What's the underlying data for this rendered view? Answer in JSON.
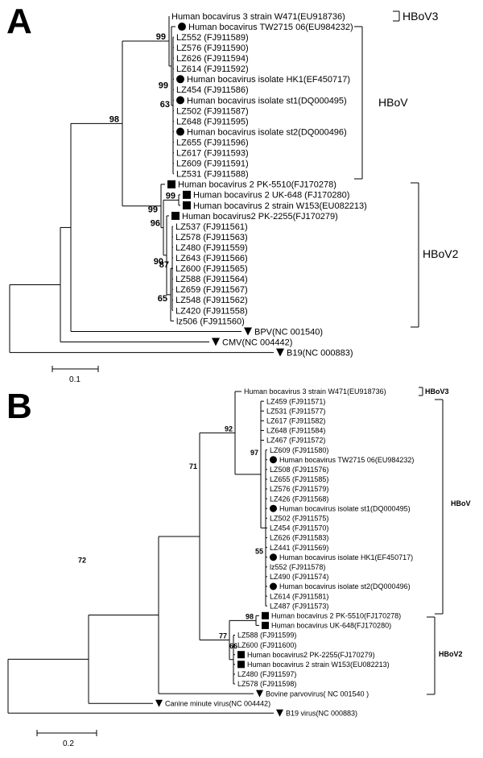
{
  "panel_a": {
    "letter": "A",
    "taxa": [
      {
        "label": "Human bocavirus 3 strain W471(EU918736)",
        "marker": ""
      },
      {
        "label": "Human bocavirus TW2715 06(EU984232)",
        "marker": "circle"
      },
      {
        "label": "LZ552 (FJ911589)",
        "marker": ""
      },
      {
        "label": "LZ576 (FJ911590)",
        "marker": ""
      },
      {
        "label": "LZ626 (FJ911594)",
        "marker": ""
      },
      {
        "label": "LZ614 (FJ911592)",
        "marker": ""
      },
      {
        "label": "Human bocavirus isolate HK1(EF450717)",
        "marker": "circle"
      },
      {
        "label": "LZ454 (FJ911586)",
        "marker": ""
      },
      {
        "label": "Human bocavirus isolate st1(DQ000495)",
        "marker": "circle"
      },
      {
        "label": "LZ502 (FJ911587)",
        "marker": ""
      },
      {
        "label": "LZ648 (FJ911595)",
        "marker": ""
      },
      {
        "label": "Human bocavirus isolate st2(DQ000496)",
        "marker": "circle"
      },
      {
        "label": "LZ655 (FJ911596)",
        "marker": ""
      },
      {
        "label": "LZ617 (FJ911593)",
        "marker": ""
      },
      {
        "label": "LZ609 (FJ911591)",
        "marker": ""
      },
      {
        "label": "LZ531 (FJ911588)",
        "marker": ""
      },
      {
        "label": "Human bocavirus 2 PK-5510(FJ170278)",
        "marker": "square"
      },
      {
        "label": "Human bocavirus 2 UK-648 (FJ170280)",
        "marker": "square"
      },
      {
        "label": "Human bocavirus 2 strain W153(EU082213)",
        "marker": "square"
      },
      {
        "label": "Human bocavirus2 PK-2255(FJ170279)",
        "marker": "square"
      },
      {
        "label": "LZ537 (FJ911561)",
        "marker": ""
      },
      {
        "label": "LZ578 (FJ911563)",
        "marker": ""
      },
      {
        "label": "LZ480 (FJ911559)",
        "marker": ""
      },
      {
        "label": "LZ643 (FJ911566)",
        "marker": ""
      },
      {
        "label": "LZ600 (FJ911565)",
        "marker": ""
      },
      {
        "label": "LZ588 (FJ911564)",
        "marker": ""
      },
      {
        "label": "LZ659 (FJ911567)",
        "marker": ""
      },
      {
        "label": "LZ548 (FJ911562)",
        "marker": ""
      },
      {
        "label": "LZ420 (FJ911558)",
        "marker": ""
      },
      {
        "label": "lz506 (FJ911560)",
        "marker": ""
      },
      {
        "label": "BPV(NC 001540)",
        "marker": "triangle"
      },
      {
        "label": "CMV(NC 004442)",
        "marker": "triangle"
      },
      {
        "label": "B19(NC 000883)",
        "marker": "triangle"
      }
    ],
    "bootstrap": [
      "99",
      "99",
      "63",
      "98",
      "99",
      "99",
      "96",
      "90",
      "87",
      "65"
    ],
    "groups": [
      "HBoV3",
      "HBoV",
      "HBoV2"
    ],
    "scale_label": "0.1"
  },
  "panel_b": {
    "letter": "B",
    "taxa": [
      {
        "label": "Human bocavirus 3 strain W471(EU918736)",
        "marker": ""
      },
      {
        "label": "LZ459 (FJ911571)",
        "marker": ""
      },
      {
        "label": "LZ531 (FJ911577)",
        "marker": ""
      },
      {
        "label": "LZ617 (FJ911582)",
        "marker": ""
      },
      {
        "label": "LZ648 (FJ911584)",
        "marker": ""
      },
      {
        "label": "LZ467 (FJ911572)",
        "marker": ""
      },
      {
        "label": "LZ609 (FJ911580)",
        "marker": ""
      },
      {
        "label": "Human bocavirus TW2715 06(EU984232)",
        "marker": "circle"
      },
      {
        "label": "LZ508 (FJ911576)",
        "marker": ""
      },
      {
        "label": "LZ655 (FJ911585)",
        "marker": ""
      },
      {
        "label": "LZ576 (FJ911579)",
        "marker": ""
      },
      {
        "label": "LZ426 (FJ911568)",
        "marker": ""
      },
      {
        "label": "Human bocavirus isolate st1(DQ000495)",
        "marker": "circle"
      },
      {
        "label": "LZ502 (FJ911575)",
        "marker": ""
      },
      {
        "label": "LZ454 (FJ911570)",
        "marker": ""
      },
      {
        "label": "LZ626 (FJ911583)",
        "marker": ""
      },
      {
        "label": "LZ441 (FJ911569)",
        "marker": ""
      },
      {
        "label": "Human bocavirus isolate HK1(EF450717)",
        "marker": "circle"
      },
      {
        "label": "lz552 (FJ911578)",
        "marker": ""
      },
      {
        "label": "LZ490 (FJ911574)",
        "marker": ""
      },
      {
        "label": "Human bocavirus isolate st2(DQ000496)",
        "marker": "circle"
      },
      {
        "label": "LZ614 (FJ911581)",
        "marker": ""
      },
      {
        "label": "LZ487 (FJ911573)",
        "marker": ""
      },
      {
        "label": "Human bocavirus 2 PK-5510(FJ170278)",
        "marker": "square"
      },
      {
        "label": "Human bocavirus UK-648(FJ170280)",
        "marker": "square"
      },
      {
        "label": "LZ588 (FJ911599)",
        "marker": ""
      },
      {
        "label": "LZ600 (FJ911600)",
        "marker": ""
      },
      {
        "label": "Human bocavirus2 PK-2255(FJ170279)",
        "marker": "square"
      },
      {
        "label": "Human bocavirus 2 strain W153(EU082213)",
        "marker": "square"
      },
      {
        "label": "LZ480 (FJ911597)",
        "marker": ""
      },
      {
        "label": "LZ578 (FJ911598)",
        "marker": ""
      },
      {
        "label": "Bovine parvovirus( NC 001540 )",
        "marker": "triangle"
      },
      {
        "label": "Canine minute virus(NC 004442)",
        "marker": "triangle"
      },
      {
        "label": "B19 virus(NC 000883)",
        "marker": "triangle"
      }
    ],
    "bootstrap": [
      "92",
      "97",
      "55",
      "71",
      "98",
      "77",
      "66",
      "72"
    ],
    "groups": [
      "HBoV3",
      "HBoV",
      "HBoV2"
    ],
    "scale_label": "0.2"
  }
}
